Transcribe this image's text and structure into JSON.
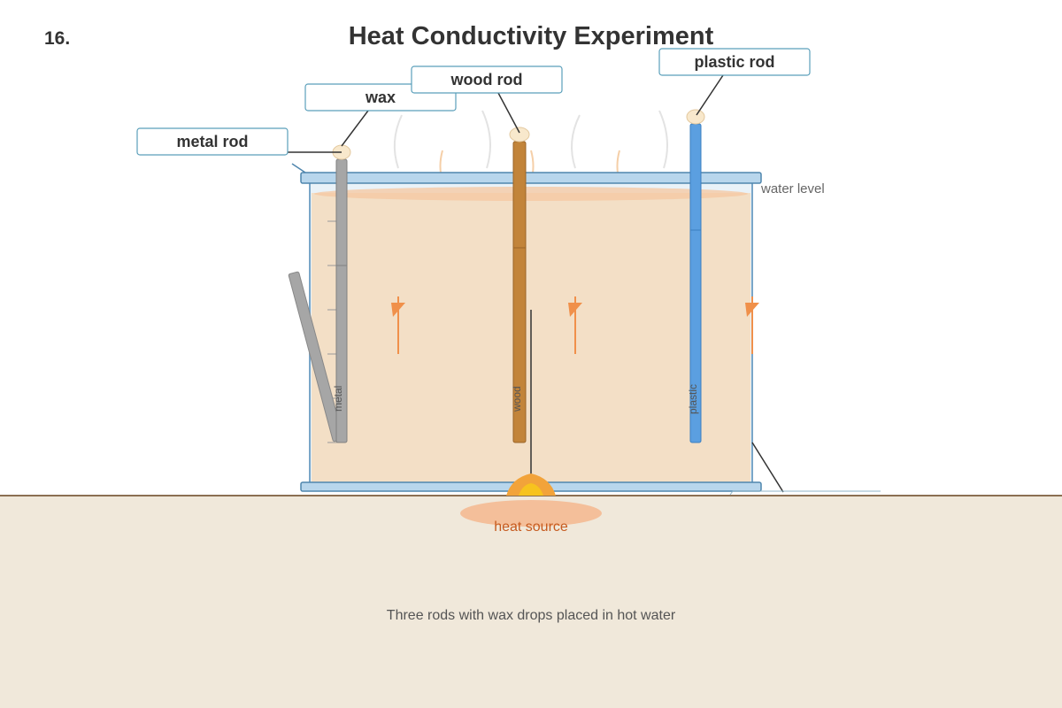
{
  "question_number": "16.",
  "title": "Heat Conductivity Experiment",
  "labels": {
    "metal_rod": "metal rod",
    "wax": "wax",
    "wood_rod": "wood rod",
    "plastic_rod": "plastic rod",
    "water_level": "water level",
    "heat_source": "heat source"
  },
  "rods": {
    "metal": "metal",
    "wood": "wood",
    "plastic": "plastic"
  },
  "caption": "Three rods with wax drops placed in hot water",
  "colors": {
    "water": "#f3dfc6",
    "container_edge": "#7aa6c8",
    "container_rim": "#b8d6ec",
    "metal_rod": "#a6a6a6",
    "wood_rod": "#c2843a",
    "plastic_rod": "#5b9fe0",
    "wax": "#f8e8cc",
    "heat_arrow": "#f0904a",
    "table": "#f0e8da",
    "table_edge": "#8b6f52",
    "label_border": "#5a9fba",
    "heat_text": "#c65a1e"
  }
}
